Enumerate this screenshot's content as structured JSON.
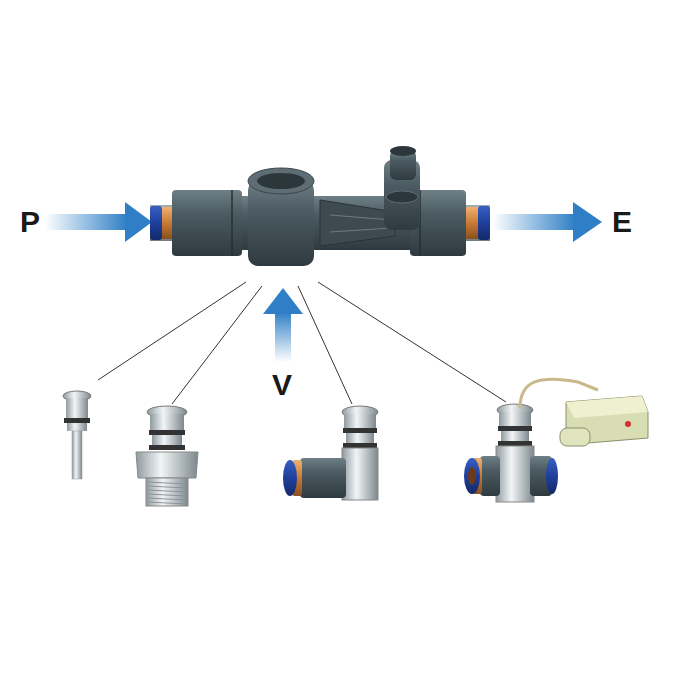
{
  "diagram": {
    "labels": [
      "P",
      "E",
      "V"
    ]
  }
}
